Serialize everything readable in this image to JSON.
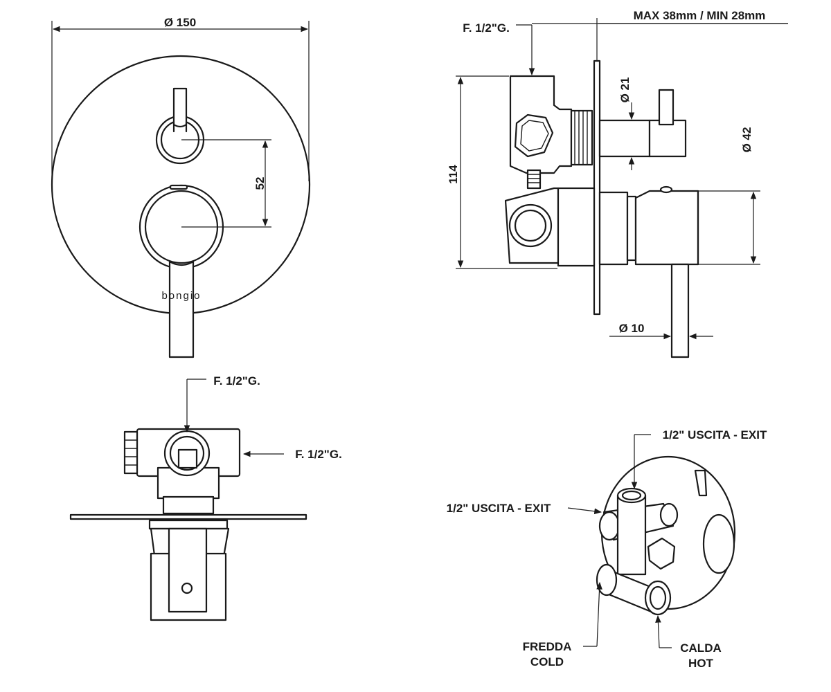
{
  "front_view": {
    "diameter_label": "Ø 150",
    "spacing_label": "52",
    "logo_text": "bongio"
  },
  "side_view": {
    "inlet_label": "F. 1/2\"G.",
    "wall_range_label": "MAX 38mm / MIN 28mm",
    "height_label": "114",
    "stem_diameter_label": "Ø 21",
    "handle_diameter_label": "Ø 42",
    "lever_diameter_label": "Ø 10"
  },
  "top_view": {
    "inlet_top_label": "F. 1/2\"G.",
    "inlet_side_label": "F. 1/2\"G."
  },
  "iso_view": {
    "exit_top_label": "1/2\" USCITA - EXIT",
    "exit_left_label": "1/2\" USCITA - EXIT",
    "cold_label_it": "FREDDA",
    "cold_label_en": "COLD",
    "hot_label_it": "CALDA",
    "hot_label_en": "HOT"
  }
}
